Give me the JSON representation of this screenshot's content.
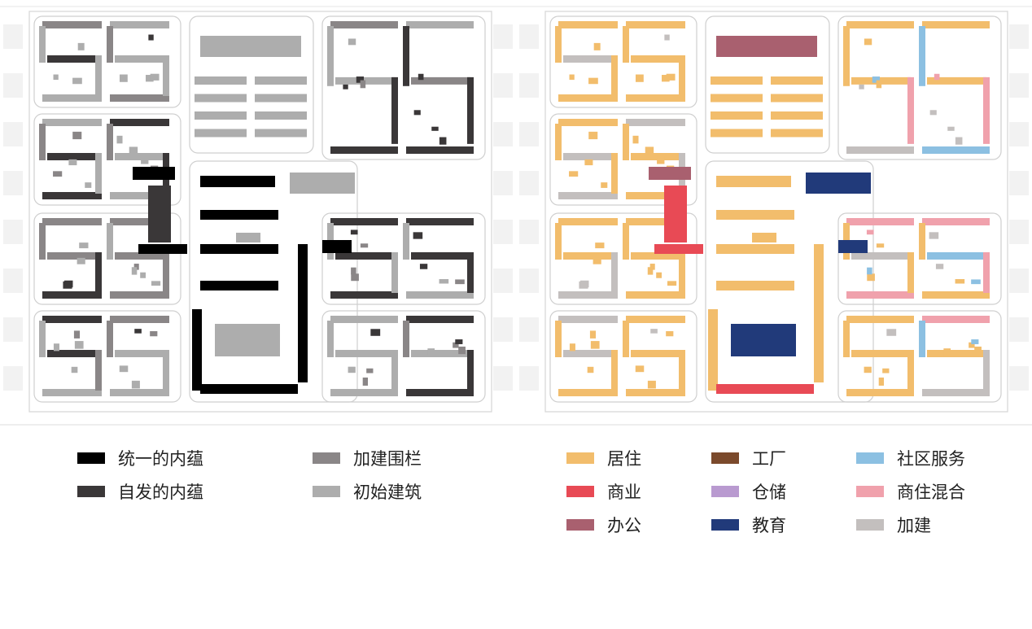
{
  "left_map": {
    "legend": [
      {
        "label": "统一的内蕴",
        "color": "#000000"
      },
      {
        "label": "自发的内蕴",
        "color": "#3a3738"
      },
      {
        "label": "加建围栏",
        "color": "#8a8687"
      },
      {
        "label": "初始建筑",
        "color": "#adadad"
      }
    ]
  },
  "right_map": {
    "legend": [
      {
        "label": "居住",
        "color": "#f2bd6c"
      },
      {
        "label": "工厂",
        "color": "#7b4a2c"
      },
      {
        "label": "社区服务",
        "color": "#8cc0e2"
      },
      {
        "label": "商业",
        "color": "#e84a55"
      },
      {
        "label": "仓储",
        "color": "#b99ad0"
      },
      {
        "label": "商住混合",
        "color": "#f0a1ac"
      },
      {
        "label": "办公",
        "color": "#a9606f"
      },
      {
        "label": "教育",
        "color": "#213a7a"
      },
      {
        "label": "加建",
        "color": "#c3bfbe"
      }
    ]
  }
}
